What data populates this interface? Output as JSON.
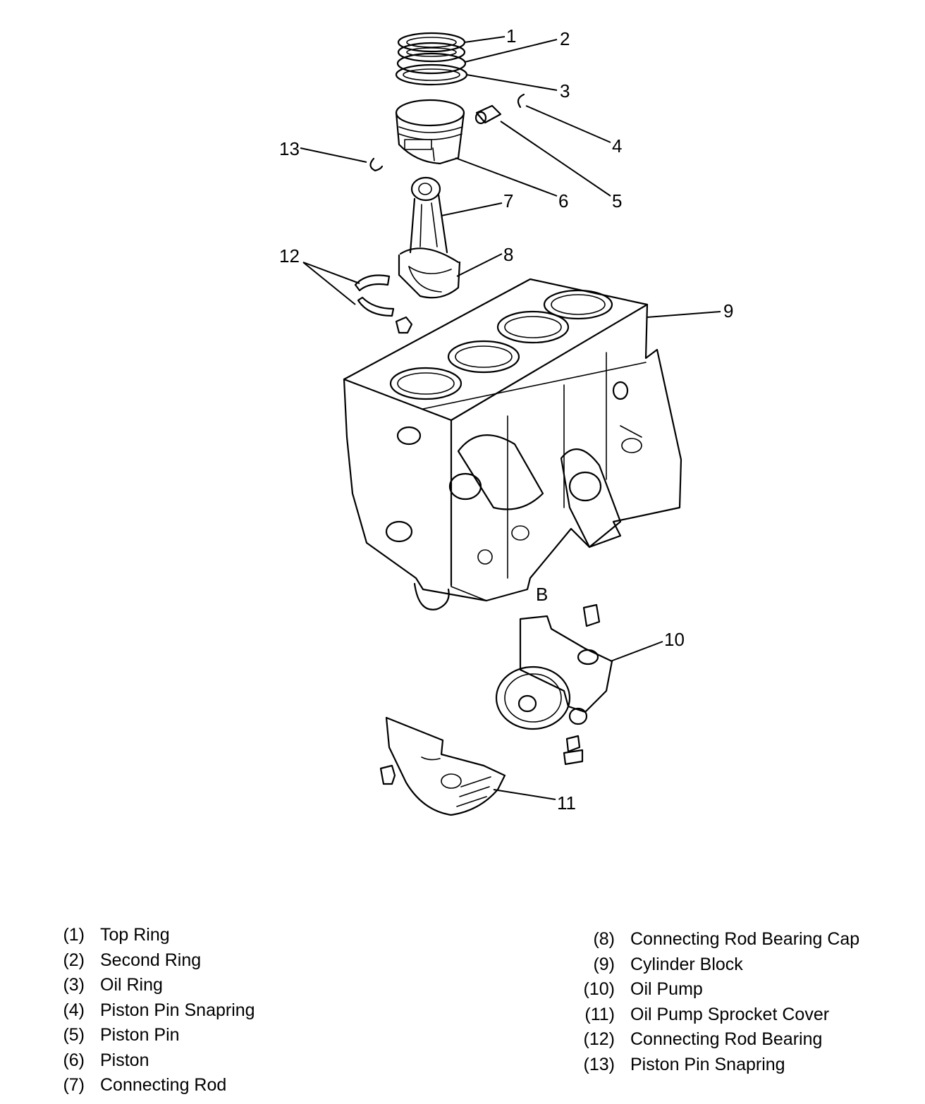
{
  "callouts": [
    "1",
    "2",
    "3",
    "4",
    "5",
    "6",
    "7",
    "8",
    "9",
    "10",
    "11",
    "12",
    "13"
  ],
  "block_mark": "B",
  "legend": {
    "left": [
      {
        "num": "(1)",
        "label": "Top Ring"
      },
      {
        "num": "(2)",
        "label": "Second Ring"
      },
      {
        "num": "(3)",
        "label": "Oil Ring"
      },
      {
        "num": "(4)",
        "label": "Piston Pin Snapring"
      },
      {
        "num": "(5)",
        "label": "Piston Pin"
      },
      {
        "num": "(6)",
        "label": "Piston"
      },
      {
        "num": "(7)",
        "label": "Connecting Rod"
      }
    ],
    "right": [
      {
        "num": "(8)",
        "label": "Connecting Rod Bearing Cap"
      },
      {
        "num": "(9)",
        "label": "Cylinder Block"
      },
      {
        "num": "(10)",
        "label": "Oil Pump"
      },
      {
        "num": "(11)",
        "label": "Oil Pump Sprocket Cover"
      },
      {
        "num": "(12)",
        "label": "Connecting Rod Bearing"
      },
      {
        "num": "(13)",
        "label": "Piston Pin Snapring"
      }
    ]
  }
}
